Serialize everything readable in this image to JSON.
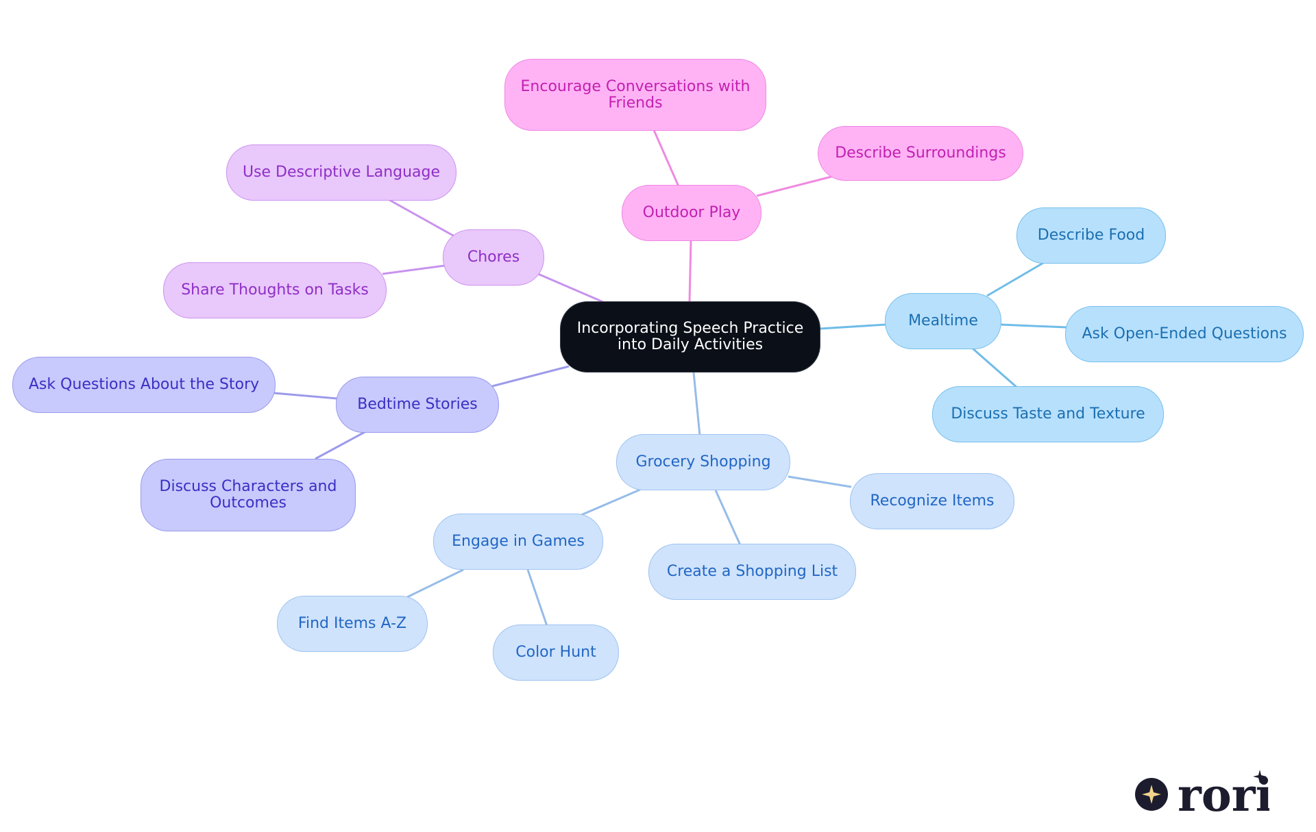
{
  "diagram": {
    "root": {
      "label_line1": "Incorporating Speech Practice",
      "label_line2": "into Daily Activities"
    },
    "branches": {
      "outdoor_play": {
        "label": "Outdoor Play",
        "children": {
          "encourage": {
            "line1": "Encourage Conversations with",
            "line2": "Friends"
          },
          "describe_surroundings": "Describe Surroundings"
        }
      },
      "chores": {
        "label": "Chores",
        "children": {
          "descriptive_language": "Use Descriptive Language",
          "share_thoughts": "Share Thoughts on Tasks"
        }
      },
      "mealtime": {
        "label": "Mealtime",
        "children": {
          "describe_food": "Describe Food",
          "open_ended": "Ask Open-Ended Questions",
          "taste_texture": "Discuss Taste and Texture"
        }
      },
      "bedtime_stories": {
        "label": "Bedtime Stories",
        "children": {
          "ask_questions": "Ask Questions About the Story",
          "discuss_characters": {
            "line1": "Discuss Characters and",
            "line2": "Outcomes"
          }
        }
      },
      "grocery_shopping": {
        "label": "Grocery Shopping",
        "children": {
          "recognize_items": "Recognize Items",
          "shopping_list": "Create a Shopping List",
          "engage_games": {
            "label": "Engage in Games",
            "children": {
              "find_items": "Find Items A-Z",
              "color_hunt": "Color Hunt"
            }
          }
        }
      }
    },
    "colors": {
      "root": "#0b0f17",
      "pink": "#ffb3f5",
      "violet": "#e9c8fb",
      "indigo": "#c8c9fd",
      "sky": "#b7e0fd",
      "pale": "#cfe3fc",
      "edge_pink": "#ef8ae0",
      "edge_violet": "#c892ee",
      "edge_indigo": "#9c9ae9",
      "edge_sky": "#6fbce8",
      "edge_pale": "#96bce8"
    }
  },
  "logo": {
    "text": "rori",
    "color": "#1c1c2e",
    "accent": "#f2d48c"
  }
}
